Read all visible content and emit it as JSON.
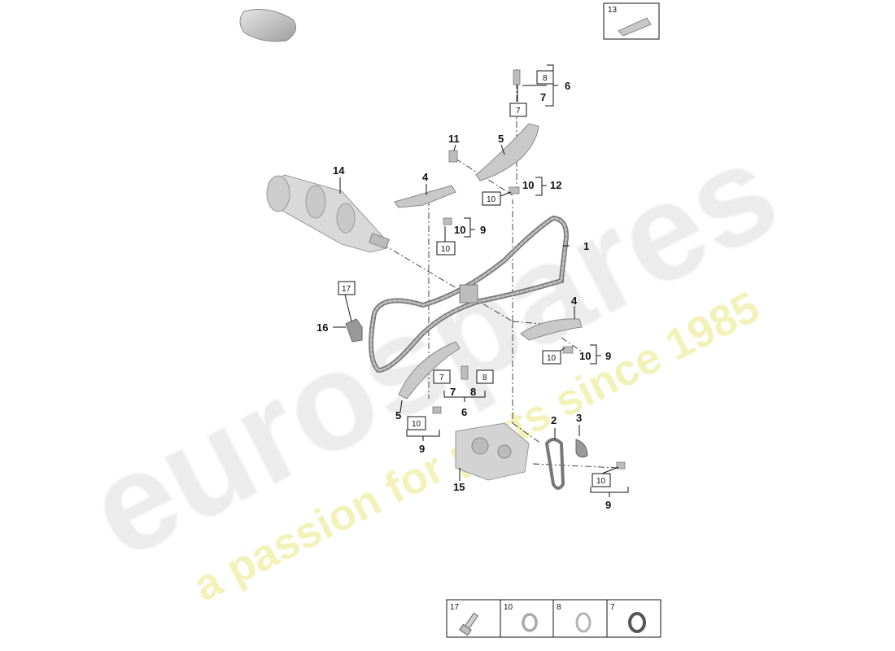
{
  "watermark": {
    "brand": "eurospares",
    "tagline": "a passion for parts since 1985"
  },
  "callouts": {
    "c1": "1",
    "c2": "2",
    "c3": "3",
    "c4a": "4",
    "c4b": "4",
    "c5a": "5",
    "c5b": "5",
    "c6a": "6",
    "c6b": "6",
    "c7a": "7",
    "c7b": "7",
    "c8b": "8",
    "c9a": "9",
    "c9b": "9",
    "c9c": "9",
    "c9d": "9",
    "c10a": "10",
    "c10b": "10",
    "c10c": "10",
    "c11": "11",
    "c12": "12",
    "c14": "14",
    "c15": "15",
    "c16": "16"
  },
  "boxed_refs": {
    "b13": "13",
    "b8top": "8",
    "b7top": "7",
    "b10upper": "10",
    "b10left": "10",
    "b17": "17",
    "b10right": "10",
    "b7mid": "7",
    "b8mid": "8",
    "b10lower": "10",
    "b10bottom": "10"
  },
  "legend_table": {
    "cells": [
      {
        "num": "17",
        "icon": "bolt-icon"
      },
      {
        "num": "10",
        "icon": "seal-ring-icon"
      },
      {
        "num": "8",
        "icon": "seal-ring-icon"
      },
      {
        "num": "7",
        "icon": "dark-seal-ring-icon"
      }
    ]
  },
  "colors": {
    "line": "#111111",
    "part_fill": "#cfcfcf",
    "part_dark": "#8a8a8a",
    "watermark_grey": "#e9e9e9",
    "watermark_yellow": "#f3f0b0"
  }
}
